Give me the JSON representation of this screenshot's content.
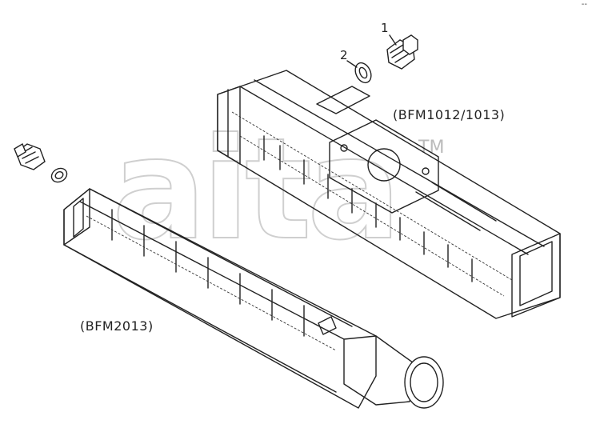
{
  "watermark": {
    "text": "aita",
    "trademark": "TM"
  },
  "corner_mark": "--",
  "callouts": [
    {
      "number": "1"
    },
    {
      "number": "2"
    }
  ],
  "variant_labels": {
    "upper": "(BFM1012/1013)",
    "lower": "(BFM2013)"
  },
  "colors": {
    "line": "#222222",
    "watermark": "#d8d8d8",
    "background": "#ffffff"
  }
}
